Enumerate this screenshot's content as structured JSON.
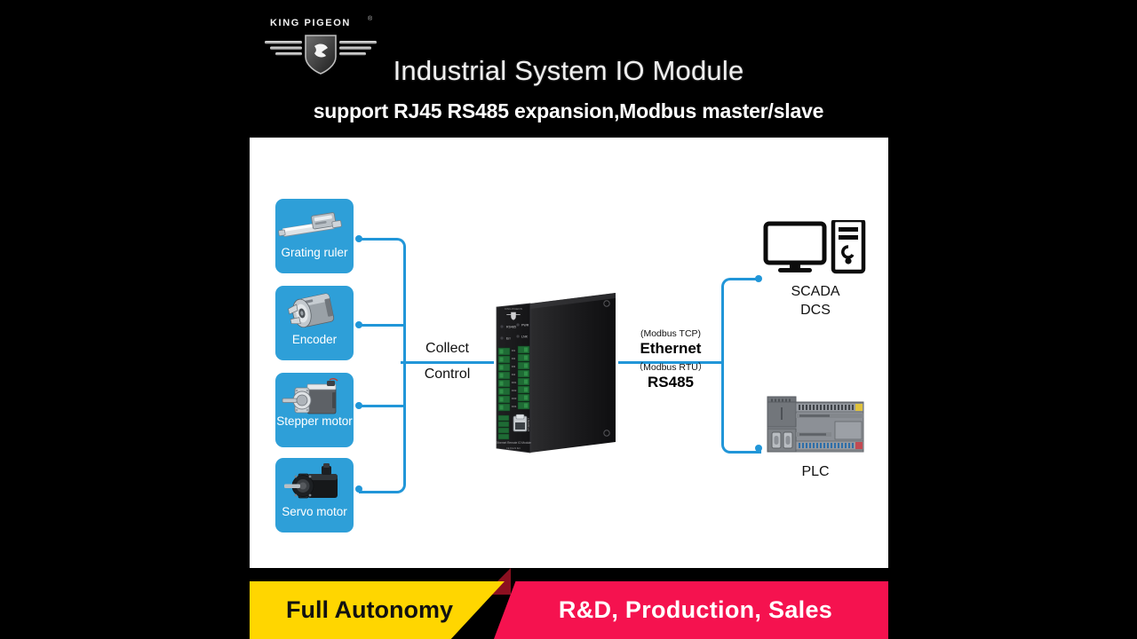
{
  "header": {
    "brand": "KING PIGEON",
    "brand_reg": "®",
    "title": "Industrial System IO Module",
    "subtitle": "support RJ45 RS485 expansion,Modbus master/slave"
  },
  "diagram": {
    "devices": [
      {
        "label": "Grating ruler",
        "icon": "linear-encoder-icon"
      },
      {
        "label": "Encoder",
        "icon": "rotary-encoder-icon"
      },
      {
        "label": "Stepper motor",
        "icon": "stepper-motor-icon"
      },
      {
        "label": "Servo motor",
        "icon": "servo-motor-icon"
      }
    ],
    "left_link": {
      "line1": "Collect",
      "line2": "Control"
    },
    "center_device": {
      "name": "Ethernet Remote IO Module",
      "leds": [
        "RS485",
        "PWR",
        "Error",
        "LINK"
      ],
      "port": "RJ45"
    },
    "right_link": {
      "top_small": "(Modbus TCP)",
      "top_big": "Ethernet",
      "bottom_small": "（Modbus RTU）",
      "bottom_big": "RS485"
    },
    "endpoints": [
      {
        "label_line1": "SCADA",
        "label_line2": "DCS",
        "icon": "desktop-computer-icon"
      },
      {
        "label_line1": "PLC",
        "label_line2": "",
        "icon": "plc-module-icon"
      }
    ]
  },
  "footer": {
    "left_text": "Full Autonomy",
    "right_text": "R&D, Production, Sales"
  },
  "colors": {
    "accent_blue": "#2196d8",
    "card_blue": "#2e9fd8",
    "banner_yellow": "#ffd600",
    "banner_pink": "#f5124f",
    "banner_notch": "#8b1020",
    "background": "#000000",
    "canvas": "#ffffff"
  }
}
